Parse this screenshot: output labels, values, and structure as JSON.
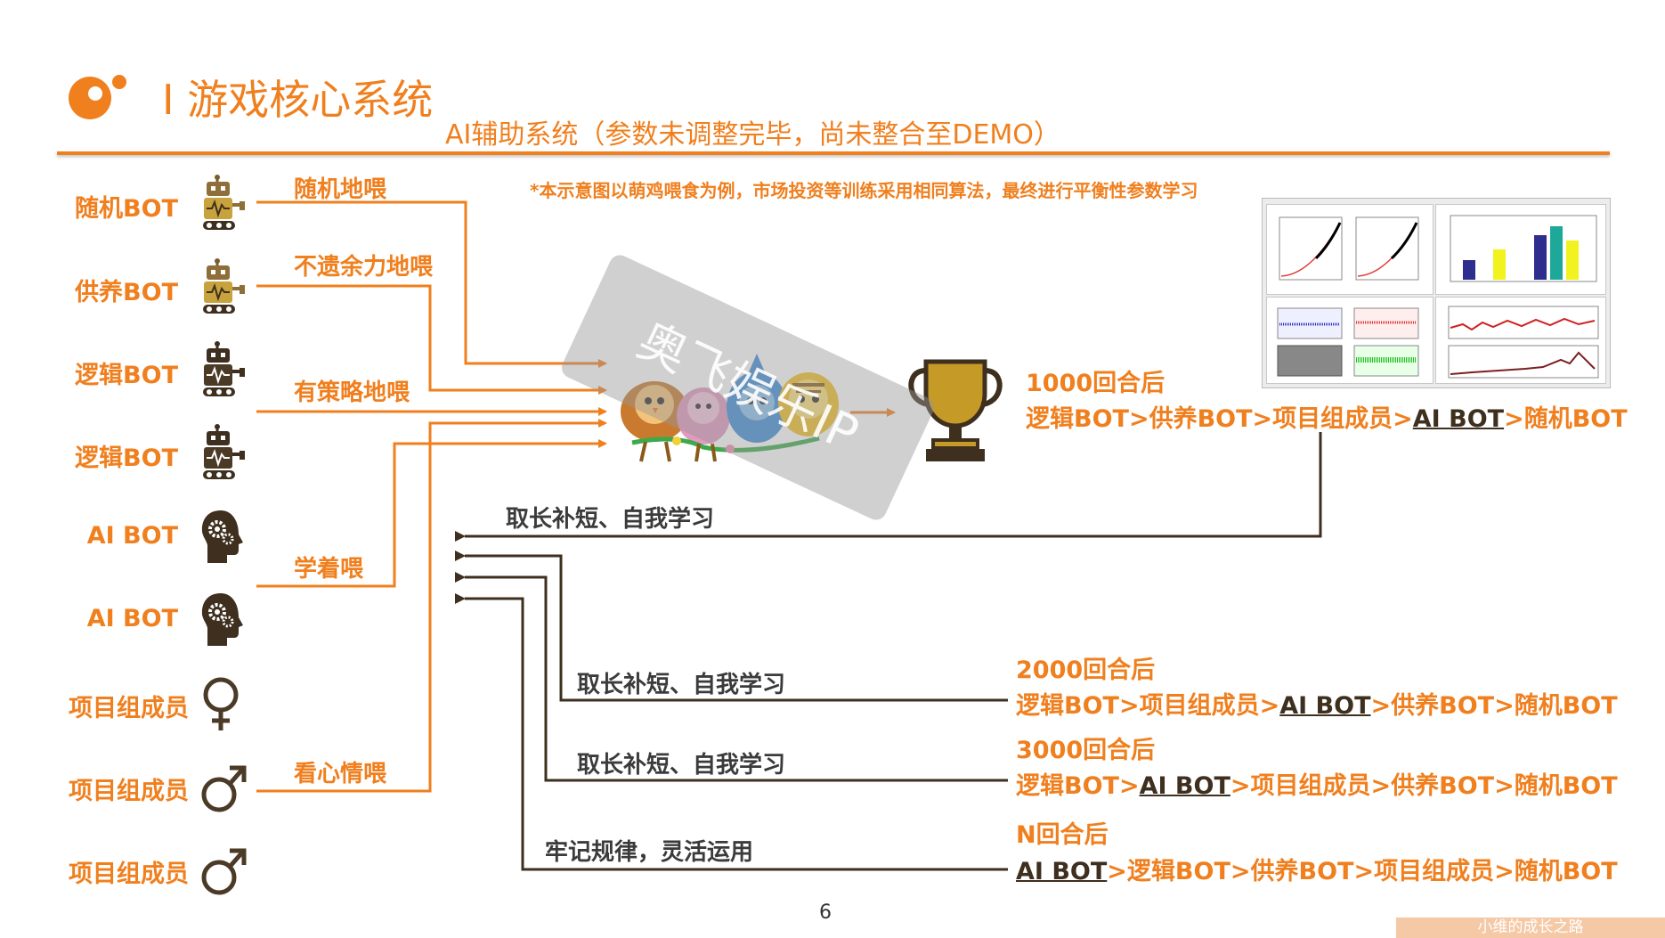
{
  "header": {
    "title": "I 游戏核心系统",
    "subtitle": "AI辅助系统（参数未调整完毕，尚未整合至DEMO）",
    "note": "*本示意图以萌鸡喂食为例，市场投资等训练采用相同算法，最终进行平衡性参数学习"
  },
  "bots": [
    {
      "label": "随机BOT",
      "icon": "robot-icon"
    },
    {
      "label": "供养BOT",
      "icon": "robot-icon"
    },
    {
      "label": "逻辑BOT",
      "icon": "robot-icon"
    },
    {
      "label": "逻辑BOT",
      "icon": "robot-icon"
    },
    {
      "label": "AI BOT",
      "icon": "head-gears-icon"
    },
    {
      "label": "AI BOT",
      "icon": "head-gears-icon"
    },
    {
      "label": "项目组成员",
      "icon": "female-icon"
    },
    {
      "label": "项目组成员",
      "icon": "male-icon"
    },
    {
      "label": "项目组成员",
      "icon": "male-icon"
    }
  ],
  "feed_labels": [
    "随机地喂",
    "不遗余力地喂",
    "有策略地喂",
    "学着喂",
    "看心情喂"
  ],
  "learn_labels": [
    "取长补短、自我学习",
    "取长补短、自我学习",
    "取长补短、自我学习",
    "牢记规律，灵活运用"
  ],
  "results": [
    {
      "title": "1000回合后",
      "ranking": [
        "逻辑BOT",
        "供养BOT",
        "项目组成员",
        "AI BOT",
        "随机BOT"
      ]
    },
    {
      "title": "2000回合后",
      "ranking": [
        "逻辑BOT",
        "项目组成员",
        "AI BOT",
        "供养BOT",
        "随机BOT"
      ]
    },
    {
      "title": "3000回合后",
      "ranking": [
        "逻辑BOT",
        "AI BOT",
        "项目组成员",
        "供养BOT",
        "随机BOT"
      ]
    },
    {
      "title": "N回合后",
      "ranking": [
        "AI BOT",
        "逻辑BOT",
        "供养BOT",
        "项目组成员",
        "随机BOT"
      ]
    }
  ],
  "separator": ">",
  "watermark": "奥飞娱乐IP",
  "page_number": "6",
  "footer": "小维的成长之路",
  "colors": {
    "accent": "#F07F1E",
    "dark": "#3E2F1F",
    "trophy": "#C59A26"
  }
}
